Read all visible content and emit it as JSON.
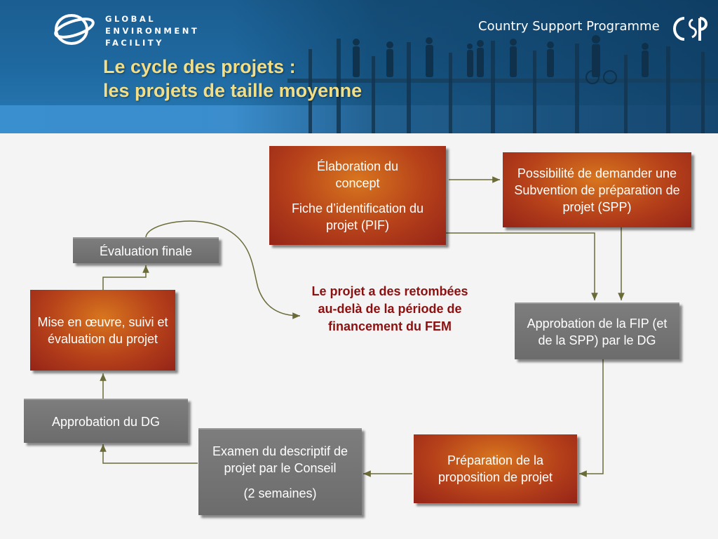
{
  "header": {
    "org_lines": [
      "GLOBAL",
      "ENVIRONMENT",
      "FACILITY"
    ],
    "programme": "Country Support Programme",
    "csp_mark": "CSP",
    "title_line1": "Le cycle des projets :",
    "title_line2": "les projets de taille moyenne",
    "logo_icon": "globe-orbit-icon"
  },
  "colors": {
    "header_blue": "#1f6aa2",
    "title_yellow": "#f2de86",
    "box_red": "#b5401a",
    "box_grey": "#6c6c6c",
    "callout_text": "#8d1010",
    "connector": "#6b6b3a"
  },
  "steps": {
    "concept": {
      "line1": "Élaboration du concept",
      "line2": "Fiche d’identification du projet (PIF)"
    },
    "spp": {
      "line1": "Possibilité de demander une Subvention de préparation de projet (SPP)"
    },
    "fip_approval": {
      "line1": "Approbation de la FIP (et de la SPP) par le DG"
    },
    "proposal": {
      "line1": "Préparation de la proposition de projet"
    },
    "council": {
      "line1": "Examen du descriptif de projet par le Conseil",
      "line2": "(2 semaines)"
    },
    "dg_approval": {
      "line1": "Approbation du DG"
    },
    "implementation": {
      "line1": "Mise en œuvre, suivi et évaluation du projet"
    },
    "final_eval": {
      "line1": "Évaluation finale"
    }
  },
  "callout": {
    "text": "Le projet a des retombées au-delà de la période de financement du FEM"
  }
}
